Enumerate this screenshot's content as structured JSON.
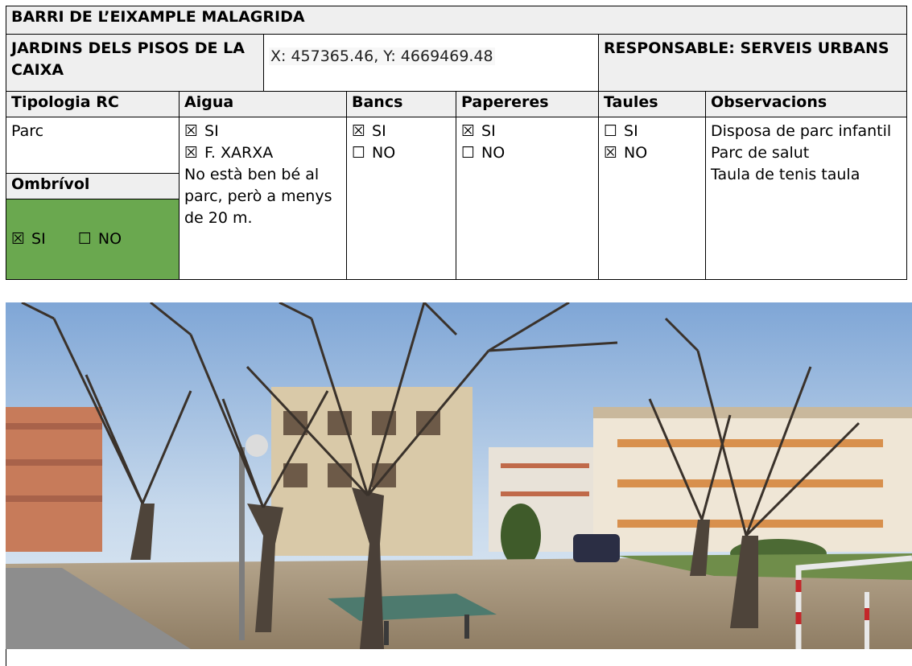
{
  "title": "BARRI DE L’EIXAMPLE MALAGRIDA",
  "location_name": "JARDINS DELS PISOS DE LA CAIXA",
  "coordinates": "X: 457365.46, Y: 4669469.48",
  "responsible": "RESPONSABLE: SERVEIS URBANS",
  "headers": {
    "tipologia": "Tipologia RC",
    "aigua": "Aigua",
    "bancs": "Bancs",
    "papereres": "Papereres",
    "taules": "Taules",
    "observacions": "Observacions",
    "ombrivol": "Ombrívol"
  },
  "values": {
    "tipologia": "Parc",
    "aigua": [
      {
        "mark": "☒",
        "label": "SI"
      },
      {
        "mark": "☒",
        "label": "F. XARXA"
      }
    ],
    "aigua_note": "No està ben bé al parc, però a menys de 20 m.",
    "bancs": [
      {
        "mark": "☒",
        "label": "SI"
      },
      {
        "mark": "☐",
        "label": "NO"
      }
    ],
    "papereres": [
      {
        "mark": "☒",
        "label": "SI"
      },
      {
        "mark": "☐",
        "label": "NO"
      }
    ],
    "taules": [
      {
        "mark": "☐",
        "label": "SI"
      },
      {
        "mark": "☒",
        "label": "NO"
      }
    ],
    "observacions": [
      "Disposa de parc infantil",
      "Parc de salut",
      "Taula de tenis taula"
    ],
    "ombrivol": [
      {
        "mark": "☒",
        "label": "SI"
      },
      {
        "mark": "☐",
        "label": "NO"
      }
    ]
  },
  "colors": {
    "ombrivol_bg": "#6aa84f",
    "header_bg": "#efefef"
  }
}
